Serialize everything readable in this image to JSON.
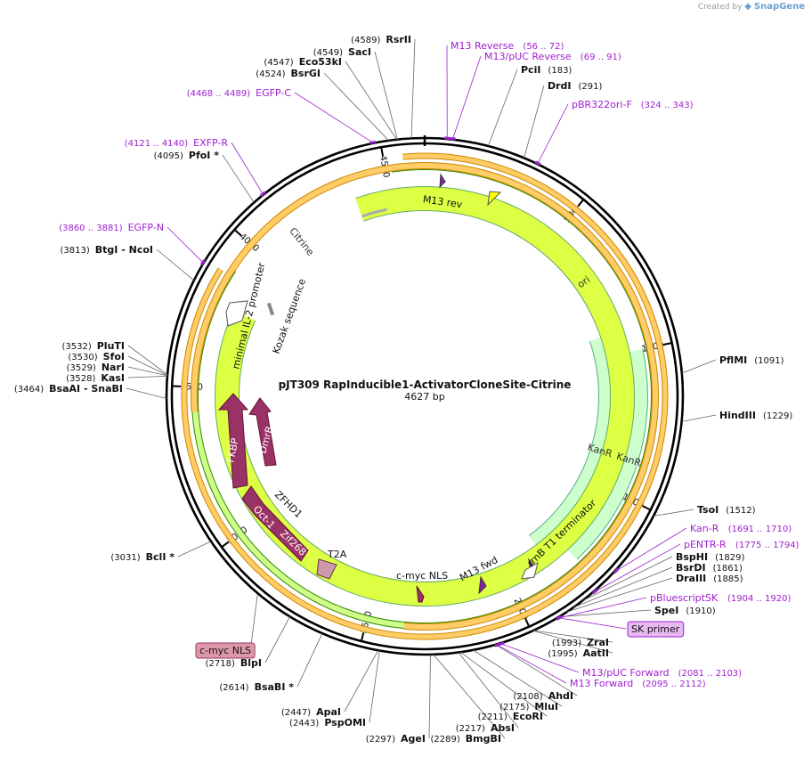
{
  "credit": {
    "prefix": "Created by",
    "brand": "SnapGene"
  },
  "plasmid": {
    "name": "pJT309 RapInducible1-ActivatorCloneSite-Citrine",
    "length_label": "4627 bp",
    "length": 4627
  },
  "ticks": [
    "500",
    "1000",
    "1500",
    "2000",
    "2500",
    "3000",
    "3500",
    "4000",
    "4500"
  ],
  "sites": [
    {
      "id": "rsrii",
      "name": "RsrII",
      "pos": "(4589)"
    },
    {
      "id": "saci",
      "name": "SacI",
      "pos": "(4549)"
    },
    {
      "id": "eco53ki",
      "name": "Eco53kI",
      "pos": "(4547)"
    },
    {
      "id": "bsrgi",
      "name": "BsrGI",
      "pos": "(4524)"
    },
    {
      "id": "pfoi",
      "name": "PfoI *",
      "pos": "(4095)"
    },
    {
      "id": "btgi-ncoi",
      "name": "BtgI - NcoI",
      "pos": "(3813)"
    },
    {
      "id": "pluti",
      "name": "PluTI",
      "pos": "(3532)"
    },
    {
      "id": "sfoi",
      "name": "SfoI",
      "pos": "(3530)"
    },
    {
      "id": "nari",
      "name": "NarI",
      "pos": "(3529)"
    },
    {
      "id": "kasi",
      "name": "KasI",
      "pos": "(3528)"
    },
    {
      "id": "bsaai-snabi",
      "name": "BsaAI - SnaBI",
      "pos": "(3464)"
    },
    {
      "id": "bcli",
      "name": "BclI *",
      "pos": "(3031)"
    },
    {
      "id": "blpi",
      "name": "BlpI",
      "pos": "(2718)"
    },
    {
      "id": "bsabi",
      "name": "BsaBI *",
      "pos": "(2614)"
    },
    {
      "id": "apai",
      "name": "ApaI",
      "pos": "(2447)"
    },
    {
      "id": "pspomi",
      "name": "PspOMI",
      "pos": "(2443)"
    },
    {
      "id": "agei",
      "name": "AgeI",
      "pos": "(2297)"
    },
    {
      "id": "bmgbi",
      "name": "BmgBI",
      "pos": "(2289)"
    },
    {
      "id": "absi",
      "name": "AbsI",
      "pos": "(2217)"
    },
    {
      "id": "ecori",
      "name": "EcoRI",
      "pos": "(2211)"
    },
    {
      "id": "mlui",
      "name": "MluI",
      "pos": "(2175)"
    },
    {
      "id": "ahdi",
      "name": "AhdI",
      "pos": "(2108)"
    },
    {
      "id": "zrai",
      "name": "ZraI",
      "pos": "(1993)"
    },
    {
      "id": "aatii",
      "name": "AatII",
      "pos": "(1995)"
    },
    {
      "id": "spei",
      "name": "SpeI",
      "pos": "(1910)"
    },
    {
      "id": "drai",
      "name": "DraIII",
      "pos": "(1885)"
    },
    {
      "id": "bsrdi",
      "name": "BsrDI",
      "pos": "(1861)"
    },
    {
      "id": "bsphi",
      "name": "BspHI",
      "pos": "(1829)"
    },
    {
      "id": "tsoi",
      "name": "TsoI",
      "pos": "(1512)"
    },
    {
      "id": "hindiii",
      "name": "HindIII",
      "pos": "(1229)"
    },
    {
      "id": "pflmi",
      "name": "PflMI",
      "pos": "(1091)"
    },
    {
      "id": "pcii",
      "name": "PciI",
      "pos": "(183)"
    },
    {
      "id": "drdi",
      "name": "DrdI",
      "pos": "(291)"
    }
  ],
  "primers": [
    {
      "id": "m13-reverse",
      "name": "M13 Reverse",
      "range": "(56 .. 72)"
    },
    {
      "id": "m13-puc-reverse",
      "name": "M13/pUC Reverse",
      "range": "(69 .. 91)"
    },
    {
      "id": "pbr322ori-f",
      "name": "pBR322ori-F",
      "range": "(324 .. 343)"
    },
    {
      "id": "egfp-c",
      "name": "EGFP-C",
      "range": "(4468 .. 4489)"
    },
    {
      "id": "exfp-r",
      "name": "EXFP-R",
      "range": "(4121 .. 4140)"
    },
    {
      "id": "egfp-n",
      "name": "EGFP-N",
      "range": "(3860 .. 3881)"
    },
    {
      "id": "kan-r",
      "name": "Kan-R",
      "range": "(1691 .. 1710)"
    },
    {
      "id": "pentr-r",
      "name": "pENTR-R",
      "range": "(1775 .. 1794)"
    },
    {
      "id": "pbluescriptsk",
      "name": "pBluescriptSK",
      "range": "(1904 .. 1920)"
    },
    {
      "id": "sk-primer",
      "name": "SK primer",
      "range": ""
    },
    {
      "id": "m13-puc-forward",
      "name": "M13/pUC Forward",
      "range": "(2081 .. 2103)"
    },
    {
      "id": "m13-forward",
      "name": "M13 Forward",
      "range": "(2095 .. 2112)"
    }
  ],
  "features": [
    {
      "id": "ori",
      "name": "ori",
      "color": "#ffff00"
    },
    {
      "id": "kanr-inner",
      "name": "KanR",
      "color": "#ccffcc"
    },
    {
      "id": "kanr-outer",
      "name": "KanR",
      "color": "#ccffcc"
    },
    {
      "id": "citrine",
      "name": "Citrine",
      "color": "#ddff44"
    },
    {
      "id": "m13-rev",
      "name": "M13 rev",
      "color": "#8822aa"
    },
    {
      "id": "m13-fwd",
      "name": "M13 fwd",
      "color": "#8822aa"
    },
    {
      "id": "rrnb",
      "name": "rrnB T1 terminator",
      "color": "#ffffff"
    },
    {
      "id": "il2",
      "name": "minimal IL-2 promoter",
      "color": "#ffffff"
    },
    {
      "id": "kozak",
      "name": "Kozak sequence",
      "color": "#888888"
    },
    {
      "id": "fkbp",
      "name": "FKBP",
      "color": "#993366"
    },
    {
      "id": "dmrb",
      "name": "DmrB",
      "color": "#993366"
    },
    {
      "id": "oct1",
      "name": "Oct-1",
      "color": "#993366"
    },
    {
      "id": "zf268",
      "name": "Zif268",
      "color": "#993366"
    },
    {
      "id": "zfhd1",
      "name": "ZFHD1",
      "color": "#993366"
    },
    {
      "id": "t2a",
      "name": "T2A",
      "color": "#cc99aa"
    },
    {
      "id": "cmyc-inner",
      "name": "c-myc NLS",
      "color": "#993366"
    },
    {
      "id": "cmyc-outer",
      "name": "c-myc NLS",
      "color": "#dd99aa"
    }
  ]
}
